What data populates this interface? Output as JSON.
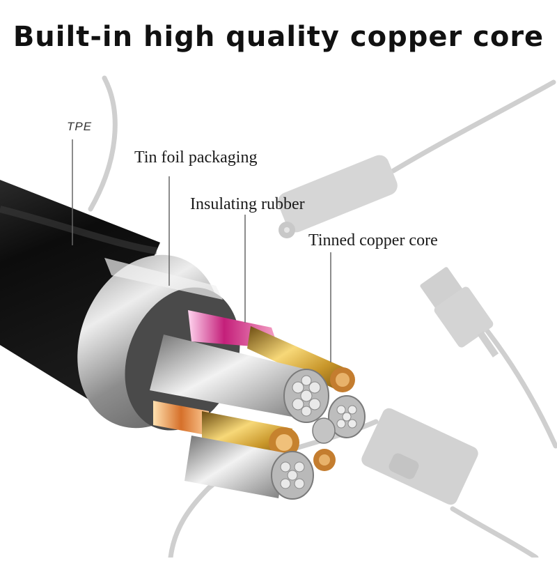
{
  "title": "Built-in high quality copper core",
  "callouts": {
    "tpe": "TPE",
    "foil": "Tin foil packaging",
    "rubber": "Insulating rubber",
    "core": "Tinned copper core"
  }
}
